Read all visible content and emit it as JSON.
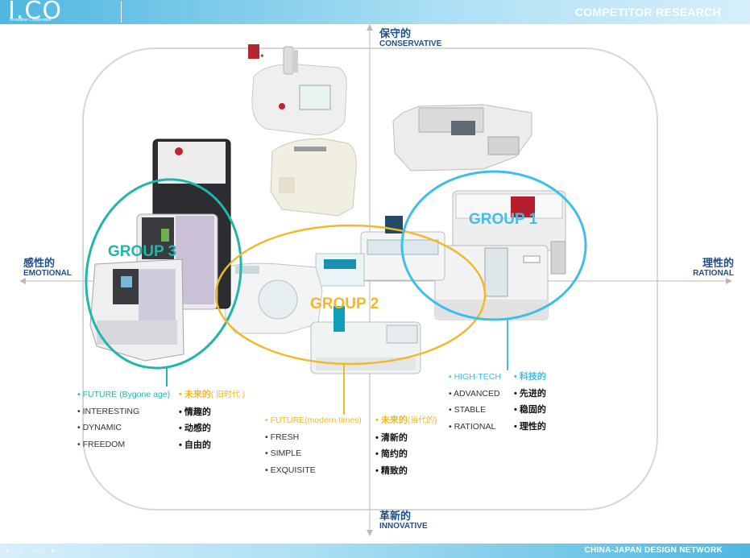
{
  "header": {
    "logo": "I.CO",
    "logo_sub": "Innovative Cooperation",
    "title": "COMPETITOR RESEARCH"
  },
  "footer": {
    "title": "CHINA-JAPAN DESIGN NETWORK"
  },
  "axes": {
    "top": {
      "cn": "保守的",
      "en": "CONSERVATIVE"
    },
    "bottom": {
      "cn": "革新的",
      "en": "INNOVATIVE"
    },
    "left": {
      "cn": "感性的",
      "en": "EMOTIONAL"
    },
    "right": {
      "cn": "理性的",
      "en": "RATIONAL"
    }
  },
  "groups": {
    "g1": {
      "label": "GROUP 1",
      "color": "#3dbfea"
    },
    "g2": {
      "label": "GROUP 2",
      "color": "#f2b82a"
    },
    "g3": {
      "label": "GROUP 3",
      "color": "#21b5ad"
    }
  },
  "keywords": {
    "g3": {
      "en": [
        "FUTURE (Bygone age)",
        "INTERESTING",
        "DYNAMIC",
        "FREEDOM"
      ],
      "cn_first": "未来的",
      "cn_first_note": "( 旧时代 )",
      "cn": [
        "情趣的",
        "动感的",
        "自由的"
      ]
    },
    "g2": {
      "en": [
        "FUTURE(modern times)",
        "FRESH",
        "SIMPLE",
        "EXQUISITE"
      ],
      "cn_first": "未来的",
      "cn_first_note": "(当代的)",
      "cn": [
        "清新的",
        "简约的",
        "精致的"
      ]
    },
    "g1": {
      "en": [
        "HIGH-TECH",
        "ADVANCED",
        "STABLE",
        "RATIONAL"
      ],
      "cn": [
        "科技的",
        "先进的",
        "稳固的",
        "理性的"
      ]
    }
  }
}
